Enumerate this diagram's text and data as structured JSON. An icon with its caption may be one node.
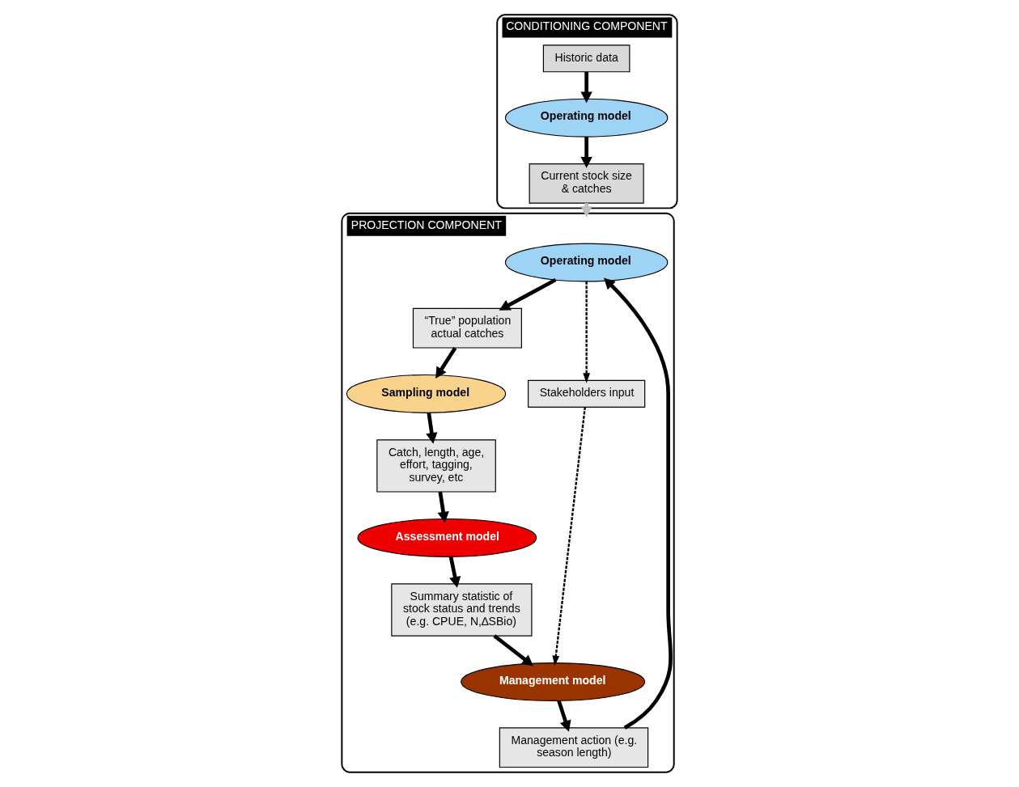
{
  "diagram": {
    "nodes": [
      {
        "text": [
          "CONDITIONING COMPONENT"
        ]
      },
      {
        "text": [
          "Historic data"
        ],
        "in": 0
      },
      {
        "text": [
          "Operating model"
        ],
        "in": 0
      },
      {
        "text": [
          "Current stock size & catches"
        ],
        "in": 0
      },
      {
        "text": [
          "PROJECTION COMPONENT"
        ]
      },
      {
        "text": [
          "Operating model"
        ],
        "in": 4
      },
      {
        "text": [
          "“True” population actual catches"
        ],
        "in": 4
      },
      {
        "text": [
          "Sampling model"
        ],
        "in": 4
      },
      {
        "text": [
          "Management action (e.g. season length)"
        ],
        "in": 4
      },
      {
        "text": [
          "Stakeholders input"
        ],
        "in": 4
      },
      {
        "text": [
          "Catch, length, age, effort, tagging, survey, etc"
        ],
        "in": 4
      },
      {
        "text": [
          "Management model"
        ],
        "in": 4
      },
      {
        "text": [
          "Summary statistic of stock status and trends (e.g. CPUE, N,∆SBio)"
        ],
        "in": 4
      },
      {
        "text": [
          "Assessment model"
        ],
        "in": 4
      }
    ],
    "edges": [
      {
        "from": 1,
        "to": 2,
        "arrow": "to"
      },
      {
        "from": 2,
        "to": 3,
        "arrow": "to"
      },
      {
        "from": 3,
        "to": 4,
        "arrow": "to",
        "color": "#bfbfbf"
      },
      {
        "from": 5,
        "to": 6,
        "arrow": "to"
      },
      {
        "from": 6,
        "to": 7,
        "arrow": "to"
      },
      {
        "from": 7,
        "to": 10,
        "arrow": "to"
      },
      {
        "from": 10,
        "to": 13,
        "arrow": "to"
      },
      {
        "from": 13,
        "to": 12,
        "arrow": "to"
      },
      {
        "from": 12,
        "to": 11,
        "arrow": "to"
      },
      {
        "from": 11,
        "to": 8,
        "arrow": "to"
      },
      {
        "from": 8,
        "to": 5,
        "arrow": "to"
      },
      {
        "from": 5,
        "to": 9,
        "arrow": "to",
        "style": "dashed"
      },
      {
        "from": 9,
        "to": 11,
        "arrow": "to",
        "style": "dashed"
      }
    ]
  }
}
